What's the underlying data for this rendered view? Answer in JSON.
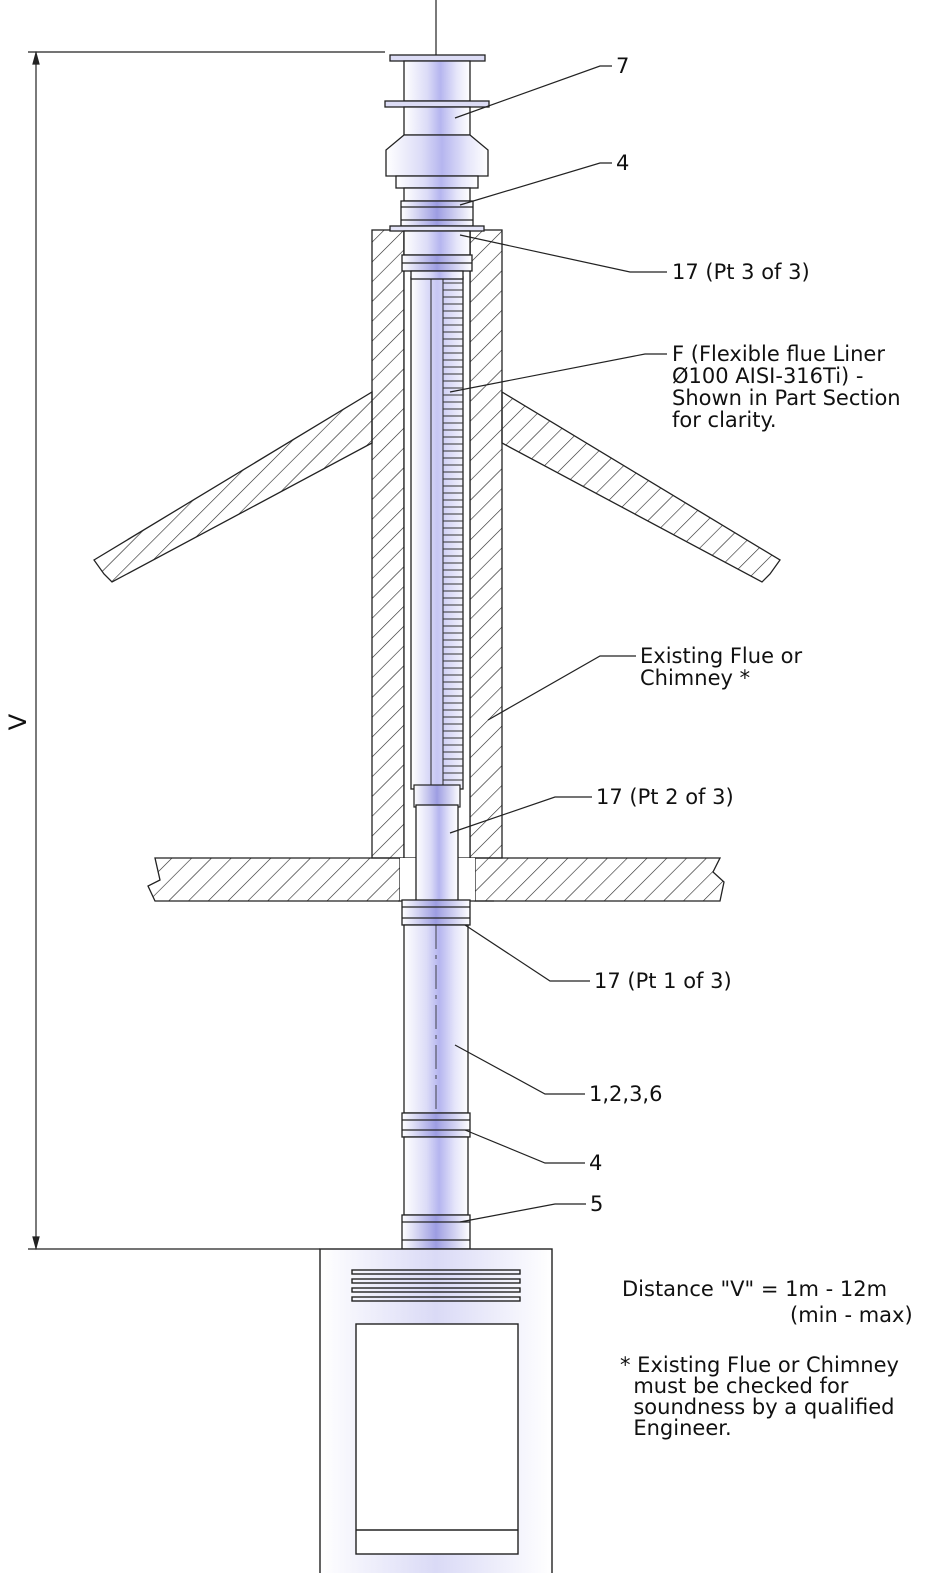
{
  "dimension": {
    "symbol": "V"
  },
  "callouts": {
    "terminal": "7",
    "top_band": "4",
    "adaptor_top": "17 (Pt 3 of 3)",
    "liner": "F (Flexible flue Liner\nØ100 AISI-316Ti) -\nShown in Part Section\nfor clarity.",
    "chimney": "Existing Flue or\nChimney *",
    "adaptor_mid": "17 (Pt 2 of 3)",
    "adaptor_low": "17 (Pt 1 of 3)",
    "pipe_lengths": "1,2,3,6",
    "lower_band": "4",
    "stove_adaptor": "5"
  },
  "notes": {
    "distance_line1": "Distance \"V\" = 1m - 12m",
    "distance_line2": "(min - max)",
    "chimney_note": "* Existing Flue or Chimney\n  must be checked for\n  soundness by a qualified\n  Engineer."
  }
}
